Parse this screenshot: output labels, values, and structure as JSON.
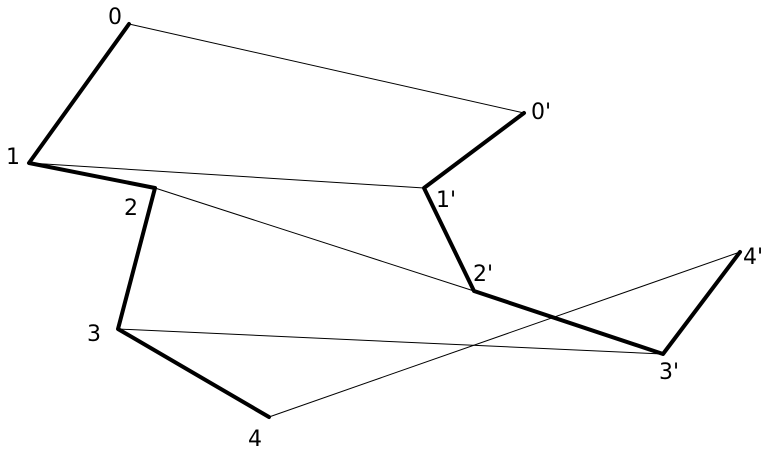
{
  "diagram": {
    "labels": {
      "p0": "0",
      "p1": "1",
      "p2": "2",
      "p3": "3",
      "p4": "4",
      "q0": "0'",
      "q1": "1'",
      "q2": "2'",
      "q3": "3'",
      "q4": "4'"
    },
    "chains": [
      {
        "name": "chain-unprimed",
        "points": [
          "p0",
          "p1",
          "p2",
          "p3",
          "p4"
        ]
      },
      {
        "name": "chain-primed",
        "points": [
          "q0",
          "q1",
          "q2",
          "q3",
          "q4"
        ]
      }
    ],
    "correspondences": [
      [
        "p0",
        "q0"
      ],
      [
        "p1",
        "q1"
      ],
      [
        "p2",
        "q2"
      ],
      [
        "p3",
        "q3"
      ],
      [
        "p4",
        "q4"
      ]
    ]
  }
}
